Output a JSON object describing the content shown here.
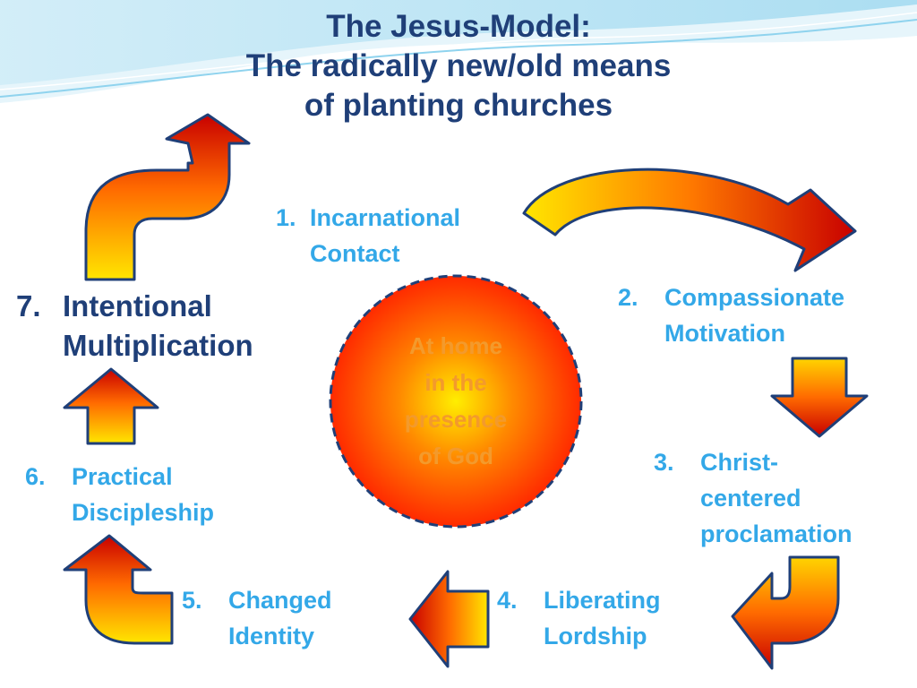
{
  "title": {
    "line1": "The Jesus-Model:",
    "line2": "The radically new/old means",
    "line3": "of planting churches"
  },
  "center": {
    "lines": [
      "At home",
      "in the",
      "presence",
      "of God"
    ]
  },
  "steps": [
    {
      "number": "1.",
      "lines": [
        "Incarnational",
        "Contact"
      ]
    },
    {
      "number": "2.",
      "lines": [
        "Compassionate",
        "Motivation"
      ]
    },
    {
      "number": "3.",
      "lines": [
        "Christ-",
        "centered",
        "proclamation"
      ]
    },
    {
      "number": "4.",
      "lines": [
        "Liberating",
        "Lordship"
      ]
    },
    {
      "number": "5.",
      "lines": [
        "Changed",
        "Identity"
      ]
    },
    {
      "number": "6.",
      "lines": [
        "Practical",
        "Discipleship"
      ]
    },
    {
      "number": "7.",
      "lines": [
        "Intentional",
        "Multiplication"
      ]
    }
  ],
  "colors": {
    "title": "#1f3f78",
    "step_text": "#33a8e8",
    "center_text": "#f39a2c",
    "arrow_outline": "#1f3f78",
    "gradient_start": "#ffe600",
    "gradient_mid": "#ff6a00",
    "gradient_end": "#cc0000"
  },
  "icons": [
    "curved-arrow-icon",
    "down-arrow-icon",
    "left-arrow-icon",
    "up-arrow-icon",
    "u-turn-arrow-icon"
  ]
}
